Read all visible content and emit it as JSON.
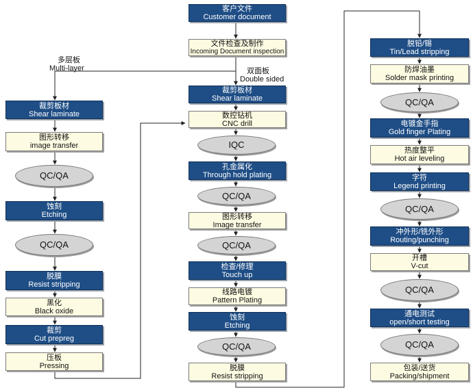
{
  "center": {
    "customer_document": {
      "zh": "客户文件",
      "en": "Customer document"
    },
    "incoming_inspection": {
      "zh": "文件检查及制作",
      "en": "Incoming Document inspection"
    },
    "shear_laminate": {
      "zh": "裁剪板材",
      "en": "Shear laminate"
    },
    "cnc_drill": {
      "zh": "数控钻机",
      "en": "CNC drill"
    },
    "iqc": "IQC",
    "through_hole_plating": {
      "zh": "孔金属化",
      "en": "Through hold plating"
    },
    "qcqa_1": "QC/QA",
    "image_transfer": {
      "zh": "图形转移",
      "en": "Image transfer"
    },
    "qcqa_2": "QC/QA",
    "touch_up": {
      "zh": "检查/修理",
      "en": "Touch up"
    },
    "pattern_plating": {
      "zh": "线路电镀",
      "en": "Pattern Plating"
    },
    "etching": {
      "zh": "蚀刻",
      "en": "Etching"
    },
    "qcqa_3": "QC/QA",
    "resist_stripping": {
      "zh": "脱膜",
      "en": "Resist stripping"
    }
  },
  "left": {
    "shear_laminate": {
      "zh": "裁剪板材",
      "en": "Shear laminate"
    },
    "image_transfer": {
      "zh": "图形转移",
      "en": "image transfer"
    },
    "qcqa_1": "QC/QA",
    "etching": {
      "zh": "蚀刻",
      "en": "Etching"
    },
    "qcqa_2": "QC/QA",
    "resist_stripping": {
      "zh": "脱膜",
      "en": "Resist stripping"
    },
    "black_oxide": {
      "zh": "黑化",
      "en": "Black oxide"
    },
    "cut_prepreg": {
      "zh": "裁剪",
      "en": "Cut prepreg"
    },
    "pressing": {
      "zh": "压板",
      "en": "Pressing"
    }
  },
  "right": {
    "tin_lead_stripping": {
      "zh": "脱铅/锡",
      "en": "Tin/Lead stripping"
    },
    "solder_mask": {
      "zh": "防焊油墨",
      "en": "Solder mask printing"
    },
    "qcqa_1": "QC/QA",
    "gold_finger": {
      "zh": "电镀金手指",
      "en": "Gold finger Plating"
    },
    "hot_air_leveling": {
      "zh": "热度整平",
      "en": "Hot air leveling"
    },
    "legend_printing": {
      "zh": "字符",
      "en": "Legend printing"
    },
    "qcqa_2": "QC/QA",
    "routing_punching": {
      "zh": "冲外形/铣外形",
      "en": "Routing/punching"
    },
    "v_cut": {
      "zh": "开槽",
      "en": "V-cut"
    },
    "qcqa_3": "QC/QA",
    "open_short_testing": {
      "zh": "通电测试",
      "en": "open/short testing"
    },
    "qcqa_4": "QC/QA",
    "packing_shipment": {
      "zh": "包装/送货",
      "en": "Packing/shipment"
    }
  },
  "branches": {
    "multi_layer": {
      "zh": "多层板",
      "en": "Multi-layer"
    },
    "double_sided": {
      "zh": "双面板",
      "en": "Double sided"
    }
  },
  "colors": {
    "dark_box": "#1f4e86",
    "light_box": "#fdfbe2",
    "oval": "#d4d4d4",
    "connector": "#222222"
  }
}
